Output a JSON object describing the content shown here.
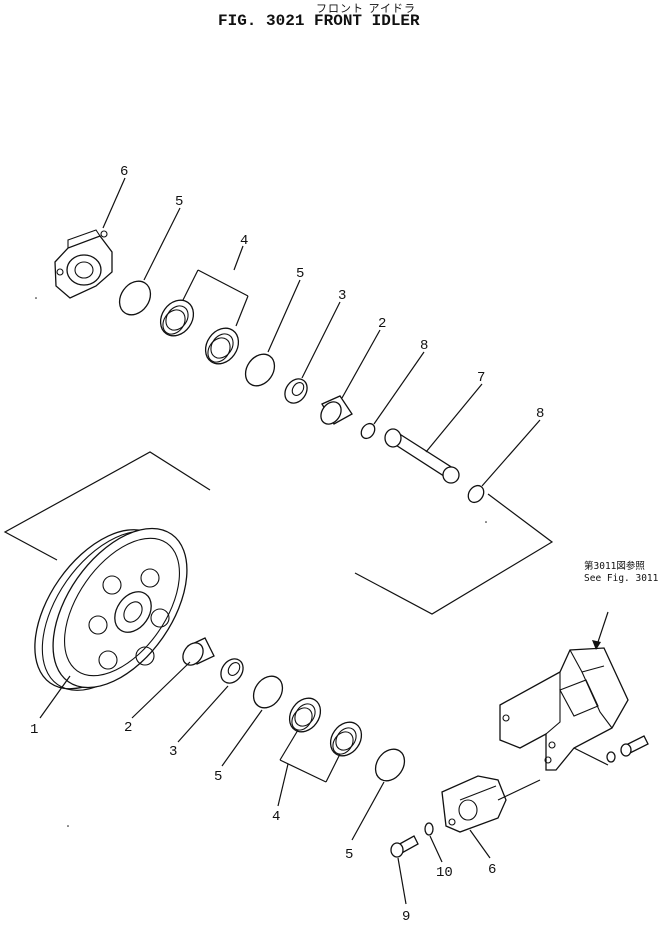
{
  "title": {
    "japanese": "フロント アイドラ",
    "main": "FIG. 3021   FRONT IDLER"
  },
  "reference": {
    "japanese": "第3011図参照",
    "english": "See Fig. 3011"
  },
  "callouts": {
    "c1": "1",
    "c2a": "2",
    "c2b": "2",
    "c3a": "3",
    "c3b": "3",
    "c4a": "4",
    "c4b": "4",
    "c5a": "5",
    "c5b": "5",
    "c5c": "5",
    "c5d": "5",
    "c6a": "6",
    "c6b": "6",
    "c7": "7",
    "c8a": "8",
    "c8b": "8",
    "c9": "9",
    "c10": "10"
  }
}
